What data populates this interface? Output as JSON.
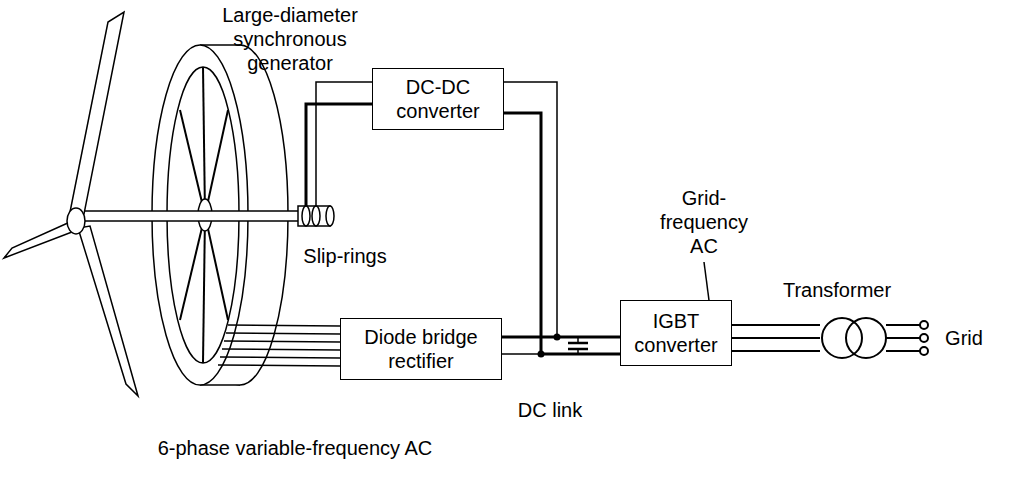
{
  "diagram": {
    "nodes": [
      {
        "text": [
          "DC-DC converter"
        ]
      },
      {
        "text": [
          "Diode bridge rectifier"
        ]
      },
      {
        "text": [
          "IGBT converter"
        ]
      }
    ],
    "edges": [
      {
        "from": 0,
        "to": 2,
        "arrow": "none"
      },
      {
        "from": 1,
        "to": 2,
        "arrow": "none"
      }
    ],
    "labels": [
      "Large-diameter synchronous generator",
      "Slip-rings",
      "Grid-frequency AC",
      "Transformer",
      "Grid",
      "6-phase variable-frequency AC",
      "DC link"
    ]
  }
}
